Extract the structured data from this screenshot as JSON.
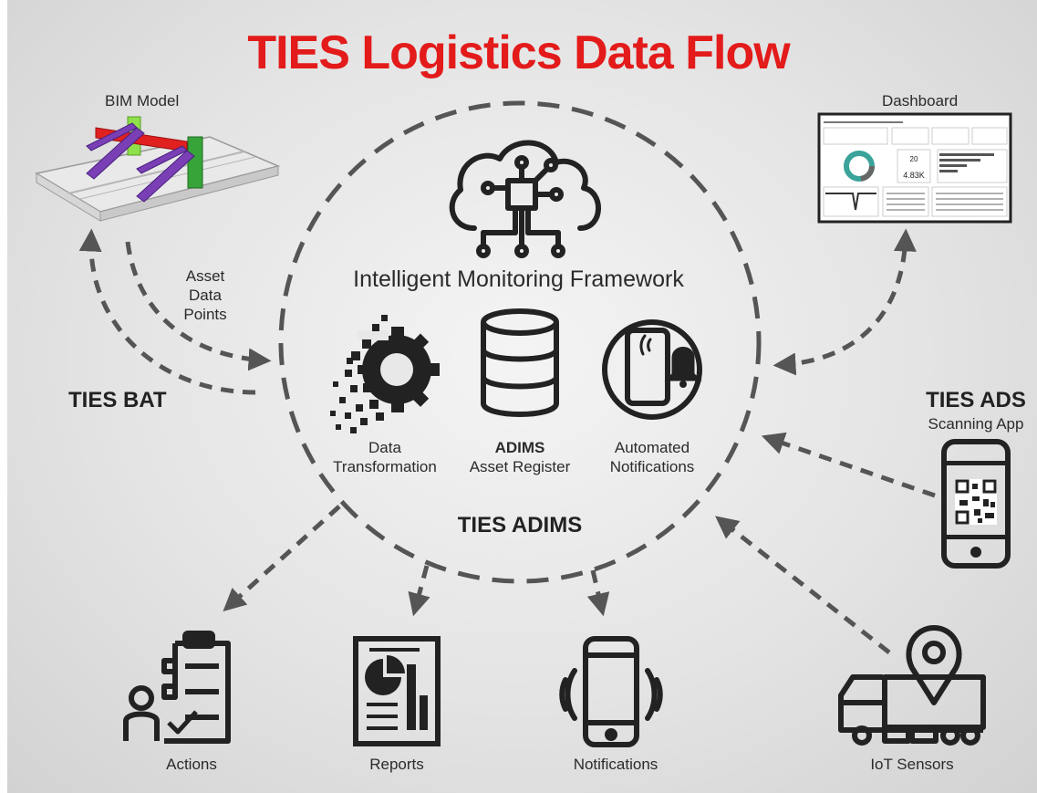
{
  "title": "TIES Logistics Data Flow",
  "framework_label": "Intelligent Monitoring Framework",
  "center_label": "TIES ADIMS",
  "left_system": "TIES BAT",
  "right_system": {
    "name": "TIES ADS",
    "subtitle": "Scanning App"
  },
  "bim_model_label": "BIM Model",
  "dashboard_label": "Dashboard",
  "asset_data_points": [
    "Asset",
    "Data",
    "Points"
  ],
  "modules": {
    "data_transformation": [
      "Data",
      "Transformation"
    ],
    "adims": {
      "line1": "ADIMS",
      "line2": "Asset Register"
    },
    "automated_notifications": [
      "Automated",
      "Notifications"
    ]
  },
  "outputs": {
    "actions": "Actions",
    "reports": "Reports",
    "notifications": "Notifications",
    "iot_sensors": "IoT Sensors"
  },
  "dashboard_values": {
    "kpi1": "20",
    "kpi2": "4.83K"
  },
  "colors": {
    "title": "#e31b1b",
    "ink": "#2b2b2b",
    "arrow": "#555555"
  }
}
